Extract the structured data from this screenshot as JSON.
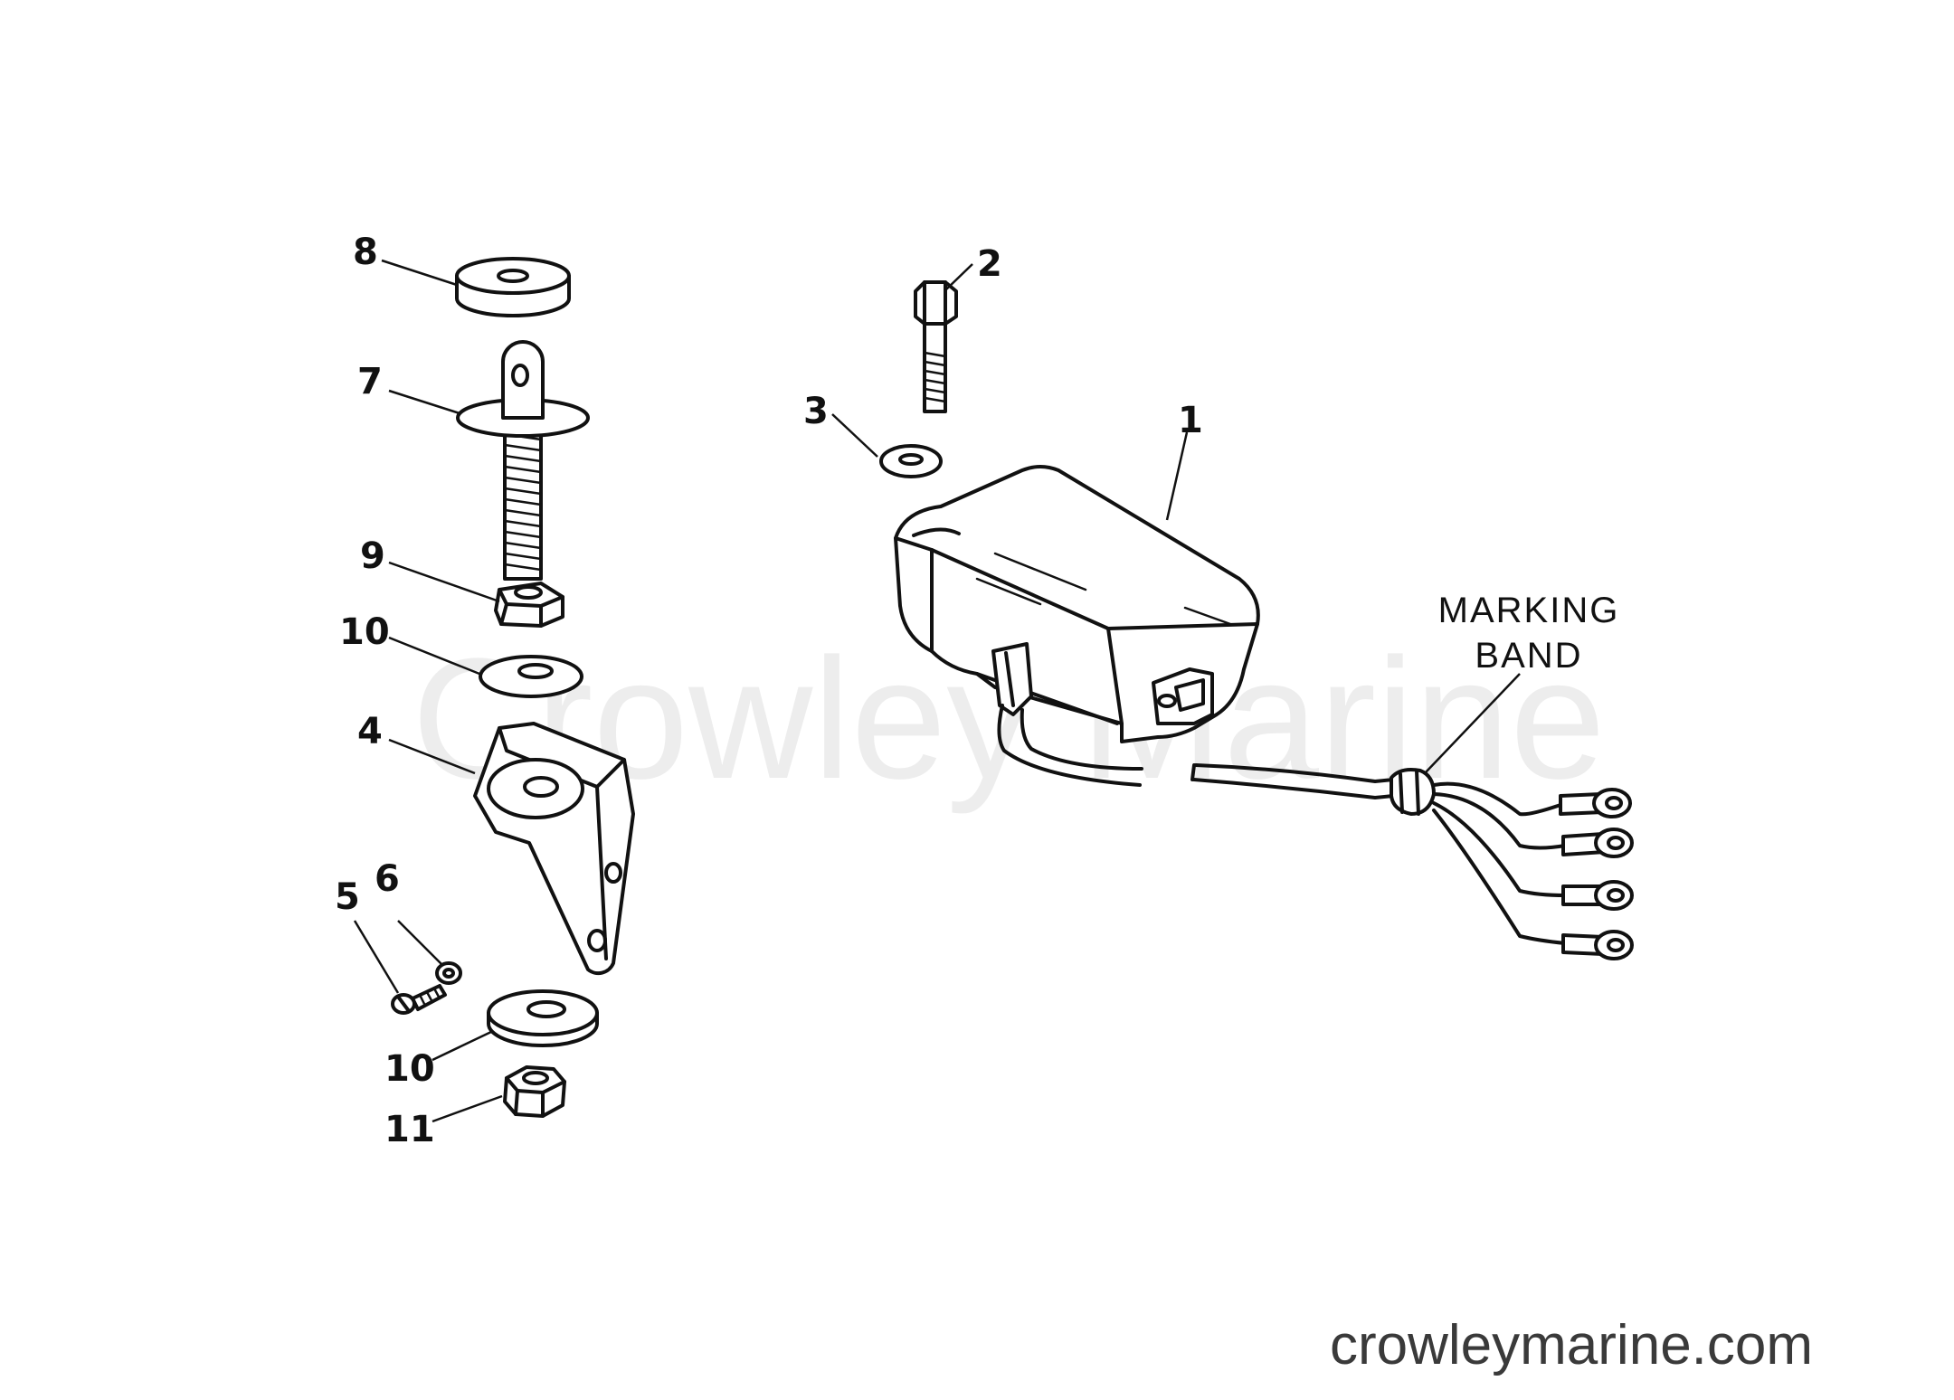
{
  "diagram": {
    "callouts": [
      "1",
      "2",
      "3",
      "4",
      "5",
      "6",
      "7",
      "8",
      "9",
      "10",
      "10",
      "11"
    ],
    "marking_band_label": [
      "MARKING",
      "BAND"
    ],
    "watermark": "Crowley Marine",
    "website": "crowleymarine.com"
  }
}
